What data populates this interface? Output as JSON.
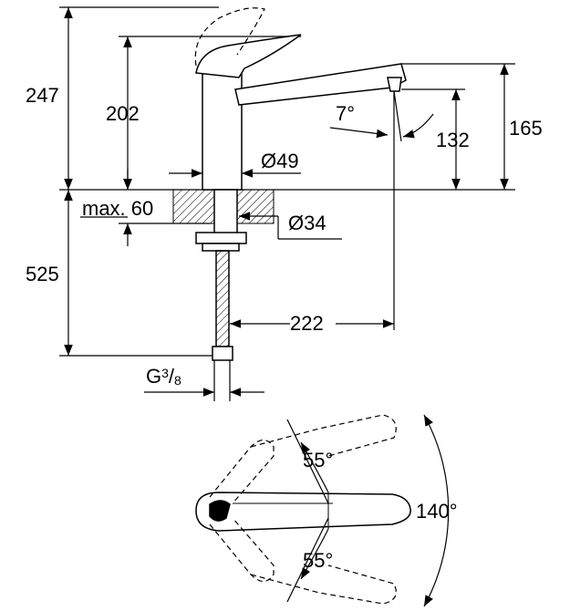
{
  "dimensions": {
    "total_height": "247",
    "body_height": "202",
    "spout_angle": "7°",
    "outlet_height": "132",
    "spout_height": "165",
    "body_diameter": "Ø49",
    "max_counter_thickness": "max. 60",
    "hole_diameter": "Ø34",
    "hose_length": "525",
    "spout_reach": "222",
    "connection_g": "G",
    "connection_num": "3",
    "connection_den": "8",
    "handle_angle_up": "55°",
    "handle_angle_total": "140°",
    "handle_angle_down": "55°"
  }
}
